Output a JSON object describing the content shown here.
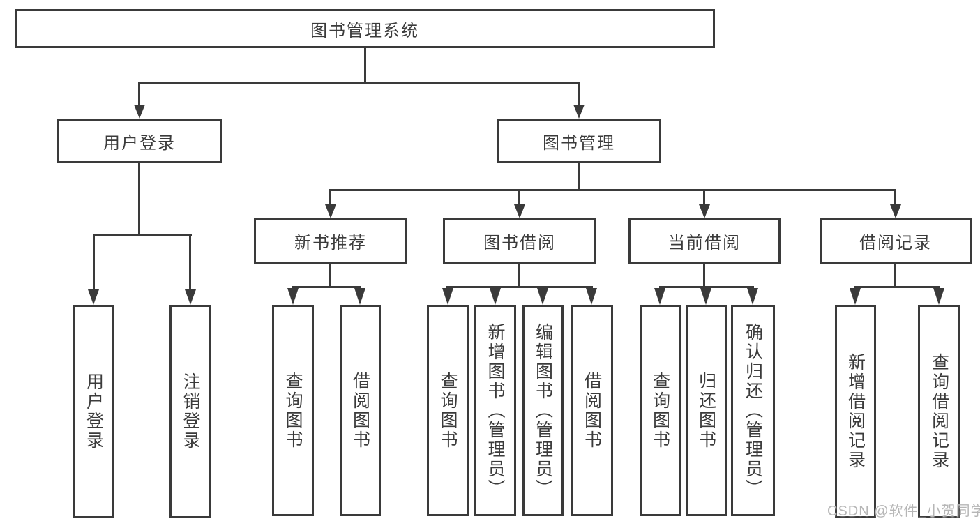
{
  "diagram": {
    "root": {
      "label": "图书管理系统"
    },
    "branches": [
      {
        "label": "用户登录",
        "children": [
          {
            "label": "用户登录"
          },
          {
            "label": "注销登录"
          }
        ]
      },
      {
        "label": "图书管理",
        "children": [
          {
            "label": "新书推荐",
            "children": [
              {
                "label": "查询图书"
              },
              {
                "label": "借阅图书"
              }
            ]
          },
          {
            "label": "图书借阅",
            "children": [
              {
                "label": "查询图书"
              },
              {
                "label": "新增图书（管理员）"
              },
              {
                "label": "编辑图书（管理员）"
              },
              {
                "label": "借阅图书"
              }
            ]
          },
          {
            "label": "当前借阅",
            "children": [
              {
                "label": "查询图书"
              },
              {
                "label": "归还图书"
              },
              {
                "label": "确认归还（管理员）"
              }
            ]
          },
          {
            "label": "借阅记录",
            "children": [
              {
                "label": "新增借阅记录"
              },
              {
                "label": "查询借阅记录"
              }
            ]
          }
        ]
      }
    ]
  },
  "watermark": "CSDN @软件_小贺同学",
  "colors": {
    "line": "#3a3a3a",
    "text": "#3b3b3b",
    "watermark": "#b6b6b6",
    "background": "#ffffff"
  }
}
